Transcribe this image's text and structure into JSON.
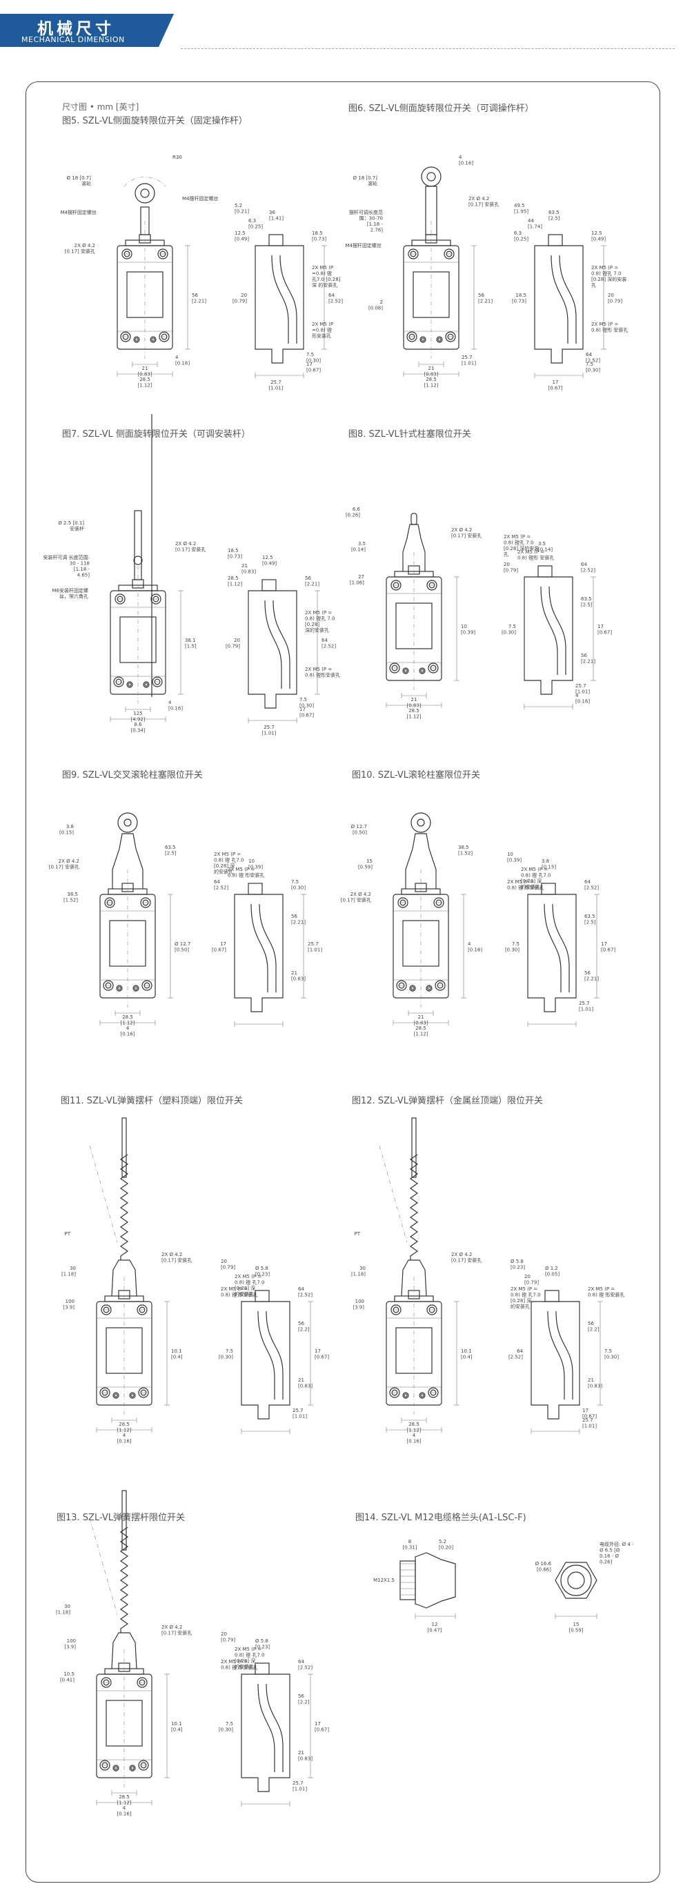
{
  "header": {
    "title_zh": "机械尺寸",
    "title_en": "MECHANICAL DIMENSION"
  },
  "units_note": "尺寸图 • mm [英寸]",
  "figures": [
    {
      "title": "图5. SZL-VL侧面旋转限位开关（固定操作杆）",
      "labels": [
        "Ø 18 [0.7] 滚轮",
        "M4摆杆固定螺丝",
        "2X Ø 4.2 [0.17] 安装孔",
        "M4摆杆固定螺丝",
        "2X M5 (P =0.8) 镗 孔7.0 [0.28] 深 的安装孔",
        "2X M5 (P =0.8) 镗 形安装孔",
        "21 [0.83]",
        "28.5 [1.12]",
        "56 [2.21]",
        "36 [1.41]",
        "5.2 [0.21]",
        "6.3 [0.25]",
        "12.5 [0.49]",
        "18.5 [0.73]",
        "20 [0.79]",
        "64 [2.52]",
        "7.5 [0.30]",
        "17 [0.67]",
        "25.7 [1.01]",
        "4 [0.16]",
        "R30"
      ]
    },
    {
      "title": "图6. SZL-VL侧面旋转限位开关（可调操作杆）",
      "labels": [
        "Ø 18 [0.7] 滚轮",
        "摆杆可调长度范 围：30-70 [1.18 - 2.76]",
        "M4摆杆固定螺丝",
        "2X Ø 4.2 [0.17] 安装孔",
        "2X M5 (P = 0.8) 镗孔 7.0 [0.28] 深的安装 孔",
        "2X M5 (P = 0.8) 镗形 安装孔",
        "21 [0.83]",
        "28.5 [1.12]",
        "56 [2.21]",
        "63.5 [2.5]",
        "49.5 [1.95]",
        "44 [1.74]",
        "6.3 [0.25]",
        "12.5 [0.49]",
        "18.5 [0.73]",
        "20 [0.79]",
        "64 [2.52]",
        "7.5 [0.30]",
        "17 [0.67]",
        "25.7 [1.01]",
        "4 [0.16]",
        "2 [0.08]"
      ]
    },
    {
      "title": "图7. SZL-VL 侧面旋转限位开关（可调安装杆）",
      "labels": [
        "Ø 2.5 [0.1] 安装杆",
        "安装杆可调 长度范围: 30 - 118 [1.18 - 4.65]",
        "M6安装杆固定螺 丝，带六角孔",
        "2X Ø 4.2 [0.17] 安装孔",
        "2X M5 (P = 0.8) 镗孔 7.0 [0.28] 深的安装孔",
        "2X M5 (P = 0.8) 镗形安装孔",
        "125 [4.92]",
        "8.6 [0.34]",
        "38.1 [1.5]",
        "12.5 [0.49]",
        "18.5 [0.73]",
        "21 [0.83]",
        "28.5 [1.12]",
        "56 [2.21]",
        "20 [0.79]",
        "64 [2.52]",
        "7.5 [0.30]",
        "17 [0.67]",
        "25.7 [1.01]",
        "4 [0.16]"
      ]
    },
    {
      "title": "图8. SZL-VL针式柱塞限位开关",
      "labels": [
        "6.6 [0.26]",
        "3.5 [0.14]",
        "27 [1.06]",
        "2X Ø 4.2 [0.17] 安装孔",
        "63.5 [2.5]",
        "56 [2.21]",
        "21 [0.83]",
        "28.5 [1.12]",
        "10 [0.39]",
        "3.5 [0.14]",
        "2X M5 (P = 0.8) 镗孔 7.0 [0.28] 深的安装 孔",
        "2X M5 (P = 0.8) 镗形 安装孔",
        "20 [0.79]",
        "64 [2.52]",
        "7.5 [0.30]",
        "17 [0.67]",
        "25.7 [1.01]",
        "4 [0.16]"
      ]
    },
    {
      "title": "图9. SZL-VL交叉滚轮柱塞限位开关",
      "labels": [
        "3.8 [0.15]",
        "2X Ø 4.2 [0.17] 安装孔",
        "38.5 [1.52]",
        "63.5 [2.5]",
        "56 [2.21]",
        "21 [0.83]",
        "28.5 [1.12]",
        "4 [0.16]",
        "Ø 12.7 [0.50]",
        "10 [0.39]",
        "2X M5 (P = 0.8) 镗 孔7.0 [0.28] 深 的安装孔",
        "2X M5 (P = 0.8) 镗 形安装孔",
        "64 [2.52]",
        "7.5 [0.30]",
        "17 [0.67]",
        "25.7 [1.01]"
      ]
    },
    {
      "title": "图10. SZL-VL滚轮柱塞限位开关",
      "labels": [
        "Ø 12.7 [0.50]",
        "15 [0.59]",
        "2X Ø 4.2 [0.17] 安装孔",
        "38.5 [1.52]",
        "63.5 [2.5]",
        "56 [2.21]",
        "21 [0.83]",
        "28.5 [1.12]",
        "4 [0.16]",
        "3.8 [0.15]",
        "10 [0.39]",
        "2X M5 (P = 0.8) 镗 孔7.0 [0.28] 深 的安装孔",
        "2X M5 (P = 0.8) 镗 形安装孔",
        "64 [2.52]",
        "7.5 [0.30]",
        "17 [0.67]",
        "25.7 [1.01]"
      ]
    },
    {
      "title": "图11. SZL-VL弹簧摆杆（塑料顶端）限位开关",
      "labels": [
        "PT",
        "30 [1.18]",
        "100 [3.9]",
        "2X Ø 4.2 [0.17] 安装孔",
        "56 [2.2]",
        "21 [0.83]",
        "28.5 [1.12]",
        "4 [0.16]",
        "10.1 [0.4]",
        "Ø 5.8 [0.23]",
        "20 [0.79]",
        "2X M5 (P = 0.8) 镗 孔7.0 [0.28] 深 的安装孔",
        "2X M5 (P = 0.8) 镗 形安装孔",
        "64 [2.52]",
        "7.5 [0.30]",
        "17 [0.67]",
        "25.7 [1.01]"
      ]
    },
    {
      "title": "图12. SZL-VL弹簧摆杆（金属丝顶端）限位开关",
      "labels": [
        "PT",
        "30 [1.18]",
        "100 [3.9]",
        "2X Ø 4.2 [0.17] 安装孔",
        "56 [2.2]",
        "21 [0.83]",
        "28.5 [1.12]",
        "4 [0.16]",
        "10.1 [0.4]",
        "Ø 1.2 [0.05]",
        "Ø 5.8 [0.23]",
        "20 [0.79]",
        "2X M5 (P = 0.8) 镗 孔7.0 [0.28] 深 的安装孔",
        "2X M5 (P = 0.8) 镗 形安装孔",
        "64 [2.52]",
        "7.5 [0.30]",
        "17 [0.67]",
        "25.7 [1.01]"
      ]
    },
    {
      "title": "图13. SZL-VL弹簧摆杆限位开关",
      "labels": [
        "30 [1.18]",
        "100 [3.9]",
        "10.5 [0.41]",
        "2X Ø 4.2 [0.17] 安装孔",
        "56 [2.2]",
        "21 [0.83]",
        "28.5 [1.12]",
        "4 [0.16]",
        "10.1 [0.4]",
        "Ø 5.8 [0.23]",
        "20 [0.79]",
        "2X M5 (P = 0.8) 镗 孔7.0 [0.28] 深 的安装孔",
        "2X M5 (P = 0.8) 镗 形安装孔",
        "64 [2.52]",
        "7.5 [0.30]",
        "17 [0.67]",
        "25.7 [1.01]"
      ]
    },
    {
      "title": "图14. SZL-VL M12电缆格兰头(A1-LSC-F)",
      "labels": [
        "8 [0.31]",
        "5.2 [0.20]",
        "M12X1.5",
        "12 [0.47]",
        "Ø 16.6 [0.66]",
        "电缆外径: Ø 4 - Ø 6.5 [Ø 0.16 - Ø 0.26]",
        "15 [0.59]"
      ]
    }
  ]
}
